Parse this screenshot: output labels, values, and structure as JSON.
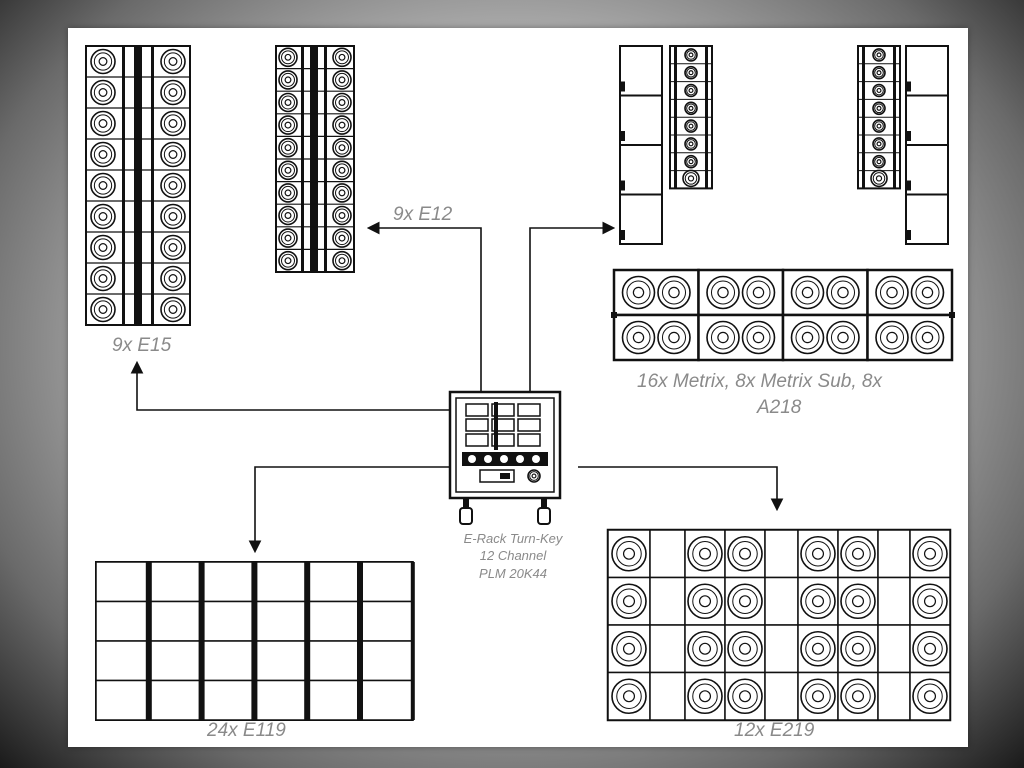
{
  "labels": {
    "e15": "9x E15",
    "e12": "9x E12",
    "metrix": "16x Metrix, 8x Metrix Sub, 8x",
    "metrix_2": "A218",
    "erack_1": "E-Rack Turn-Key",
    "erack_2": "12 Channel",
    "erack_3": "PLM 20K44",
    "e119": "24x E119",
    "e219": "12x E219"
  },
  "colors": {
    "line": "#111111",
    "label": "#8a8a8a",
    "paper": "#ffffff"
  }
}
